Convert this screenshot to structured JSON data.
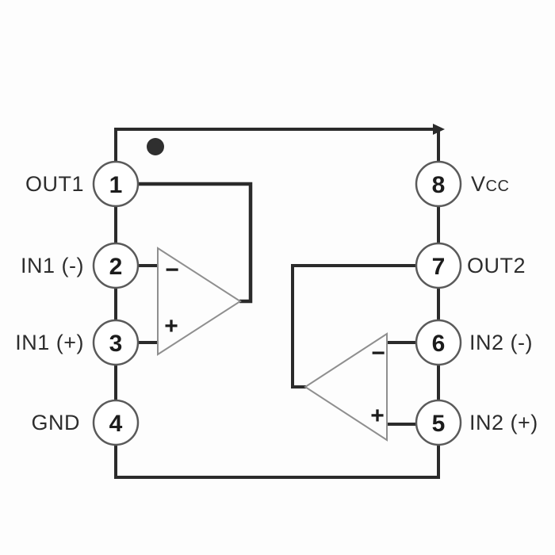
{
  "colors": {
    "background": "#fdfdfd",
    "wire": "#2b2b2b",
    "pin_stroke": "#5a5a5a",
    "pin_fill": "#ffffff",
    "triangle_stroke": "#8f8f8f",
    "text": "#2d2d2d",
    "number_text": "#1c1c1c",
    "dot": "#2f2f2f"
  },
  "ic": {
    "package": "8-pin dual op-amp pinout",
    "pin1_indicator": "dot",
    "pins_left": [
      {
        "number": "1",
        "label": "OUT1"
      },
      {
        "number": "2",
        "label": "IN1 (-)"
      },
      {
        "number": "3",
        "label": "IN1 (+)"
      },
      {
        "number": "4",
        "label": "GND"
      }
    ],
    "pins_right": [
      {
        "number": "8",
        "label_main": "V",
        "label_sub": "CC"
      },
      {
        "number": "7",
        "label": "OUT2"
      },
      {
        "number": "6",
        "label": "IN2 (-)"
      },
      {
        "number": "5",
        "label": "IN2 (+)"
      }
    ],
    "opamps": [
      {
        "name": "op-amp-1",
        "inverting_label": "−",
        "noninverting_label": "+"
      },
      {
        "name": "op-amp-2",
        "inverting_label": "−",
        "noninverting_label": "+"
      }
    ]
  }
}
